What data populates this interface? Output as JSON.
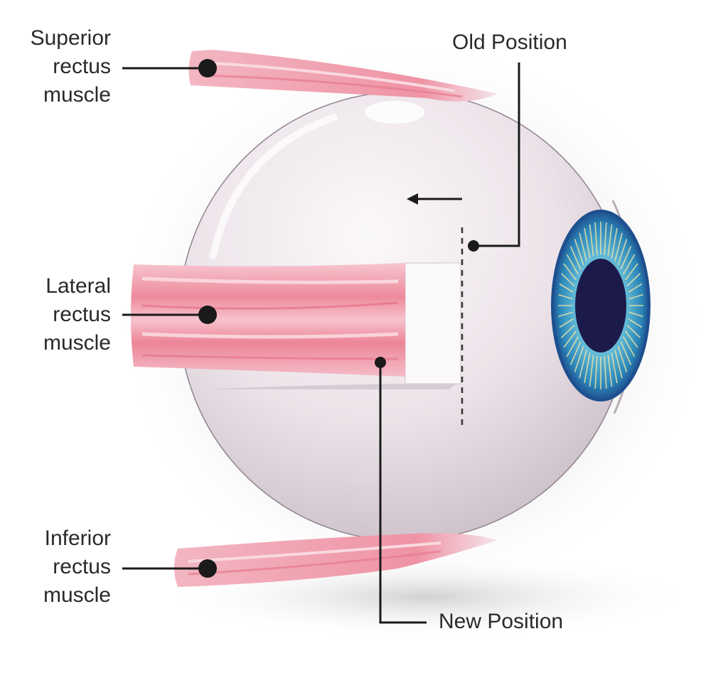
{
  "title": "Lateral rectus muscle recession",
  "labels": {
    "superior": {
      "line1": "Superior",
      "line2": "rectus",
      "line3": "muscle"
    },
    "lateral": {
      "line1": "Lateral",
      "line2": "rectus",
      "line3": "muscle"
    },
    "inferior": {
      "line1": "Inferior",
      "line2": "rectus",
      "line3": "muscle"
    },
    "old_position": "Old Position",
    "new_position": "New Position"
  },
  "colors": {
    "muscle": "#ef8fa0",
    "muscle_light": "#f9d3da",
    "sclera": "#efe6ec",
    "iris": "#2f9ec8",
    "pupil": "#1c1a4a",
    "line": "#1a1a1a"
  }
}
